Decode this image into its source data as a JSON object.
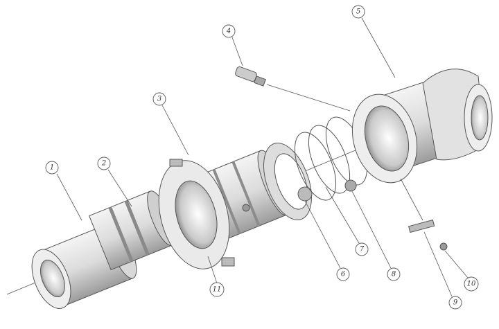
{
  "diagram": {
    "type": "exploded-assembly-drawing",
    "callouts": [
      "1",
      "2",
      "3",
      "4",
      "5",
      "6",
      "7",
      "8",
      "9",
      "10",
      "11"
    ]
  },
  "colors": {
    "ink": "#555555",
    "shade_dark": "#9a9a9a",
    "shade_mid": "#c8c8c8",
    "shade_light": "#eeeeee"
  }
}
